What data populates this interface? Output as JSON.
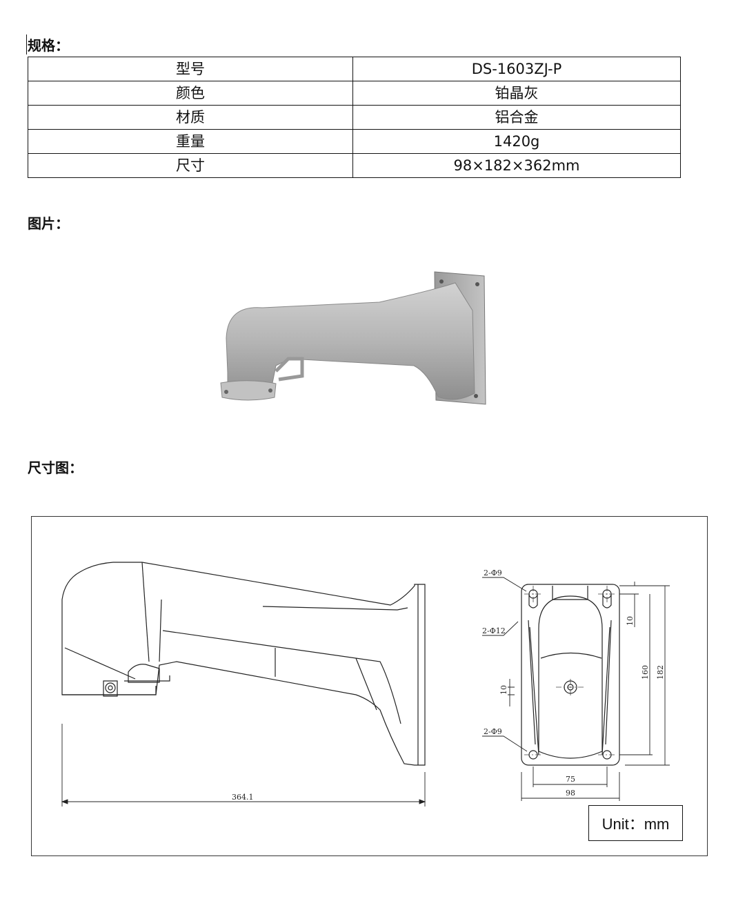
{
  "headings": {
    "spec": "规格：",
    "picture": "图片：",
    "dimensions": "尺寸图："
  },
  "spec_table": [
    {
      "key": "型号",
      "value": "DS-1603ZJ-P"
    },
    {
      "key": "颜色",
      "value": "铂晶灰"
    },
    {
      "key": "材质",
      "value": "铝合金"
    },
    {
      "key": "重量",
      "value": "1420g"
    },
    {
      "key": "尺寸",
      "value": "98×182×362mm"
    }
  ],
  "drawing": {
    "length_label": "364.1",
    "hole_top_label": "2-Φ9",
    "hole_mid_label": "2-Φ12",
    "hole_bottom_label": "2-Φ9",
    "dim_10_right": "10",
    "dim_10_left": "10",
    "dim_160": "160",
    "dim_182": "182",
    "dim_75": "75",
    "dim_98": "98",
    "unit": "Unit：mm"
  },
  "colors": {
    "bracket_body": "#b9b9b9",
    "line": "#111111"
  }
}
